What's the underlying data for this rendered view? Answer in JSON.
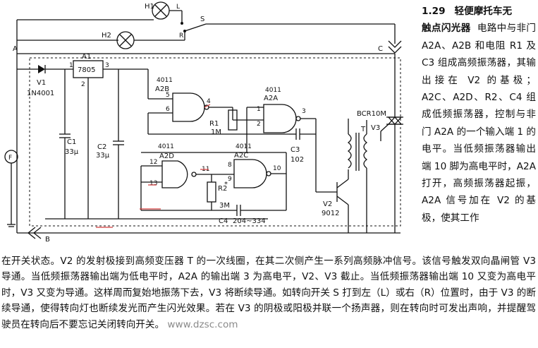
{
  "section": {
    "number": "1.29",
    "title_line1": "轻便摩托车无",
    "title_line2": "触点闪光器",
    "side_paragraph": "电路中与非门 A2A、A2B 和电阻 R1 及 C3 组成高频振荡器，其输出接在 V2 的基极；A2C、A2D、R2、C4 组成低频振荡器，控制与非门 A2A 的一个输入端 1 的电平。当低频振荡器输出端 10 脚为高电平时，A2A 打开，高频振荡器起振，A2A 信号加在 V2 的基极，使其工作",
    "bottom_paragraph": "在开关状态。V2 的发射极接到高频变压器 T 的一次线圈，在其二次侧产生一系列高频脉冲信号。该信号触发双向晶闸管 V3 导通。当低频振荡器输出端为低电平时，A2A 的输出端 3 为高电平，V2、V3 截止。当低频振荡器输出端 10 又变为高电平时，V3 又变为导通。这样周而复始地振荡下去，V3 将断续导通。如转向开关 S 打到左（L）或右（R）位置时，由于 V3 的断续导通，使得转向灯也断续发光而产生闪光效果。若在 V3 的阴极或阳极并联一个扬声器，则在转向时可发出声响，并提醒驾驶员在转向后不要忘记关闭转向开关。",
    "watermark": "www.dzsc.com"
  },
  "schematic": {
    "lamps": [
      {
        "label": "H1"
      },
      {
        "label": "H2"
      }
    ],
    "switch": {
      "label": "S",
      "pos_left": "L",
      "pos_right": "R"
    },
    "nodes": {
      "a": "A",
      "b": "B",
      "c": "C"
    },
    "generator": "F",
    "diode": {
      "ref": "V1",
      "part": "1N4001"
    },
    "regulator": {
      "ref": "A1",
      "part": "7805",
      "pin1": "1",
      "pin2": "2",
      "pin3": "3"
    },
    "capacitors": [
      {
        "ref": "C1",
        "value": "33μ"
      },
      {
        "ref": "C2",
        "value": "33μ"
      },
      {
        "ref": "C3",
        "value": "102"
      },
      {
        "ref": "C4",
        "value": "204~334"
      }
    ],
    "resistors": [
      {
        "ref": "R1",
        "value": "1M"
      },
      {
        "ref": "R2",
        "value": "3M",
        "mark": "*"
      }
    ],
    "gates": [
      {
        "chip": "4011",
        "ref": "A2B",
        "pin_a": "5",
        "pin_b": "6",
        "pin_out": "4"
      },
      {
        "chip": "4011",
        "ref": "A2A",
        "pin_a": "1",
        "pin_b": "2",
        "pin_out": "3"
      },
      {
        "chip": "4011",
        "ref": "A2D",
        "pin_a": "12",
        "pin_b": "13",
        "pin_out": "11"
      },
      {
        "chip": "4011",
        "ref": "A2C",
        "pin_a": "8",
        "pin_b": "9",
        "pin_out": "10"
      }
    ],
    "transistor": {
      "ref": "V2",
      "part": "9012"
    },
    "triac": {
      "ref": "V3",
      "part": "BCR10M"
    },
    "transformer": {
      "ref": "T"
    }
  }
}
